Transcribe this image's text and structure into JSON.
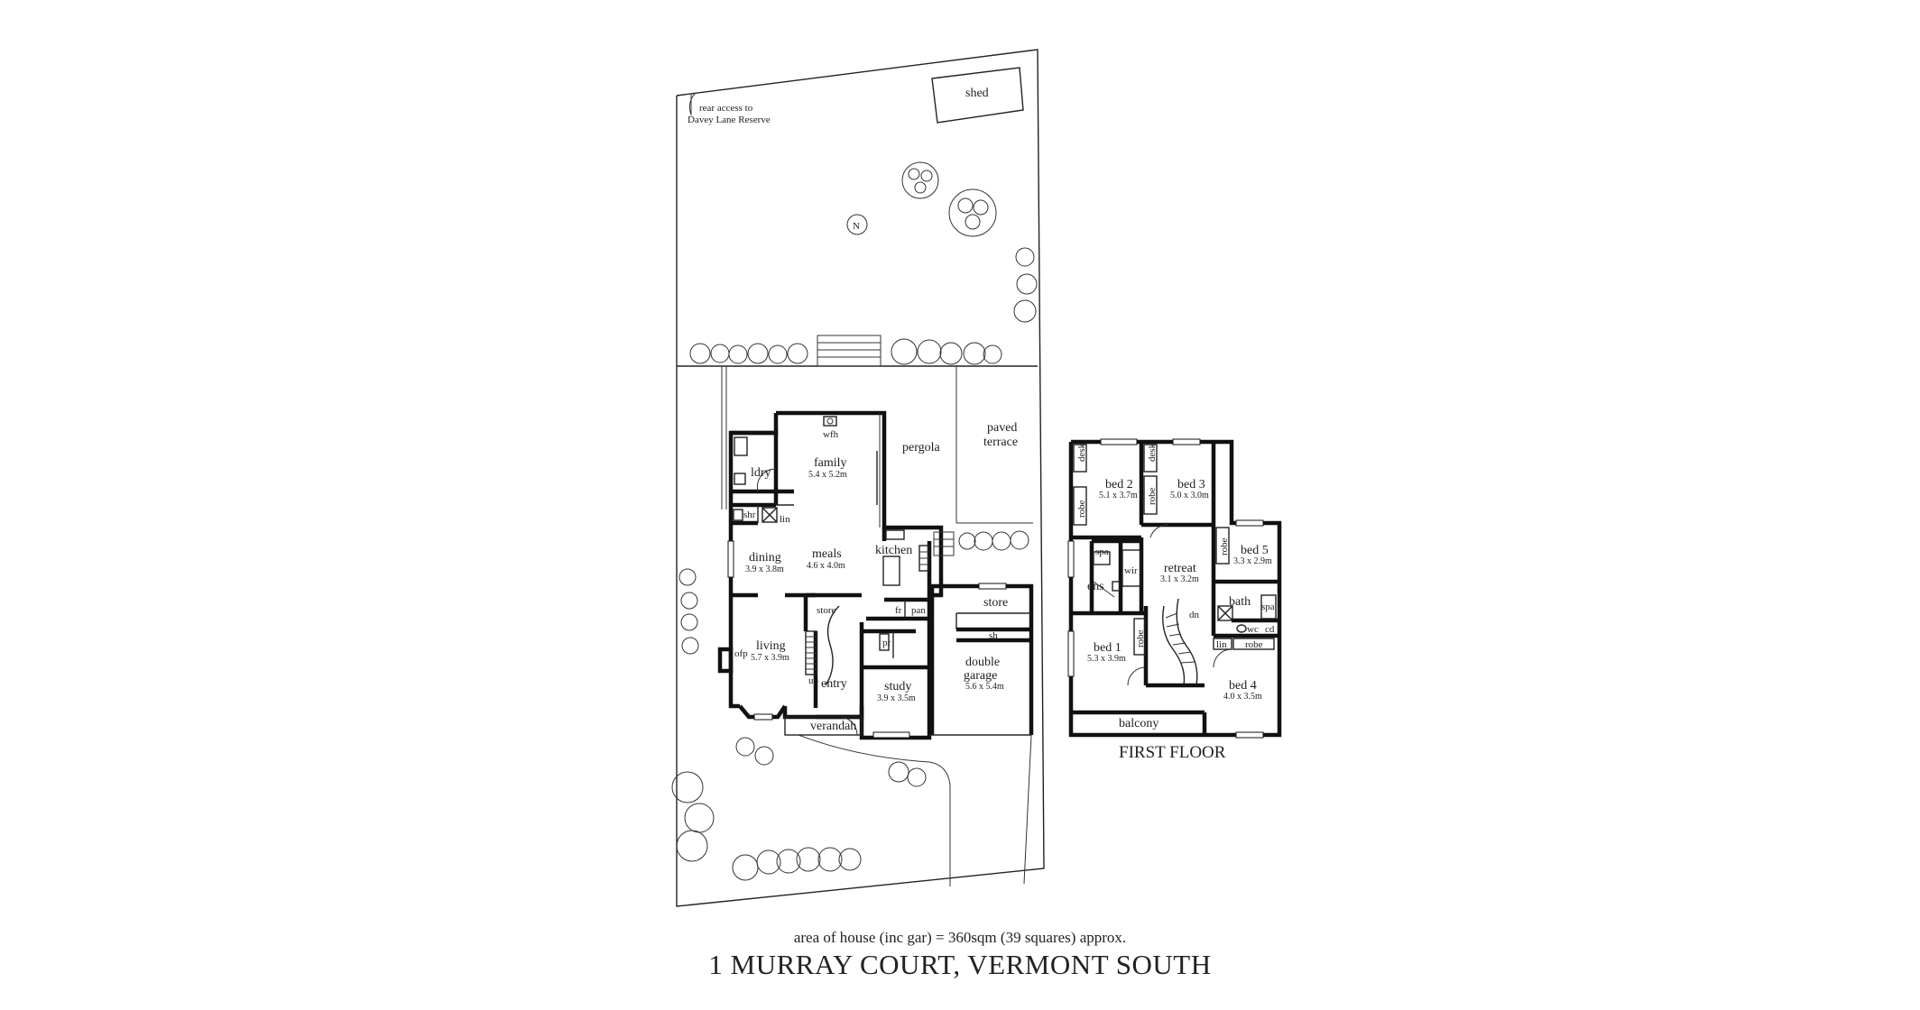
{
  "plan": {
    "address": "1 MURRAY COURT, VERMONT SOUTH",
    "area_note": "area of house (inc gar) = 360sqm (39 squares) approx.",
    "first_floor_title": "FIRST FLOOR",
    "site": {
      "shed": "shed",
      "rear_access_line1": "rear access to",
      "rear_access_line2": "Davey Lane Reserve",
      "north": "N",
      "pergola": "pergola",
      "paved_terrace_line1": "paved",
      "paved_terrace_line2": "terrace",
      "verandah": "verandah"
    },
    "ground_floor": {
      "wfh": "wfh",
      "family": {
        "name": "family",
        "dim": "5.4 x 5.2m"
      },
      "ldry": "ldry",
      "shr": "shr",
      "lin": "lin",
      "meals": {
        "name": "meals",
        "dim": "4.6 x 4.0m"
      },
      "kitchen": "kitchen",
      "dining": {
        "name": "dining",
        "dim": "3.9 x 3.8m"
      },
      "store": "store",
      "fr": "fr",
      "pan": "pan",
      "pr": "pr",
      "living": {
        "name": "living",
        "dim": "5.7 x 3.9m"
      },
      "ofp": "ofp",
      "up": "up",
      "entry": "entry",
      "study": {
        "name": "study",
        "dim": "3.9 x 3.5m"
      },
      "garage_store": "store",
      "sh": "sh",
      "garage": {
        "name_line1": "double",
        "name_line2": "garage",
        "dim": "5.6 x 5.4m"
      }
    },
    "first_floor": {
      "desk1": "desk",
      "desk2": "desk",
      "bed2": {
        "name": "bed 2",
        "dim": "5.1 x 3.7m"
      },
      "bed3": {
        "name": "bed 3",
        "dim": "5.0 x 3.0m"
      },
      "robe_bed2": "robe",
      "robe_bed3": "robe",
      "spa": "spa",
      "ens": "ens",
      "wir": "wir",
      "retreat": {
        "name": "retreat",
        "dim": "3.1 x 3.2m"
      },
      "robe_bed5": "robe",
      "bed5": {
        "name": "bed 5",
        "dim": "3.3 x 2.9m"
      },
      "dn": "dn",
      "bath": "bath",
      "bath_spa": "spa",
      "robe_bed1": "robe",
      "bed1": {
        "name": "bed 1",
        "dim": "5.3 x 3.9m"
      },
      "wc": "wc",
      "cd": "cd",
      "lin": "lin",
      "robe_bed4": "robe",
      "bed4": {
        "name": "bed 4",
        "dim": "4.0 x 3.5m"
      },
      "balcony": "balcony"
    }
  }
}
